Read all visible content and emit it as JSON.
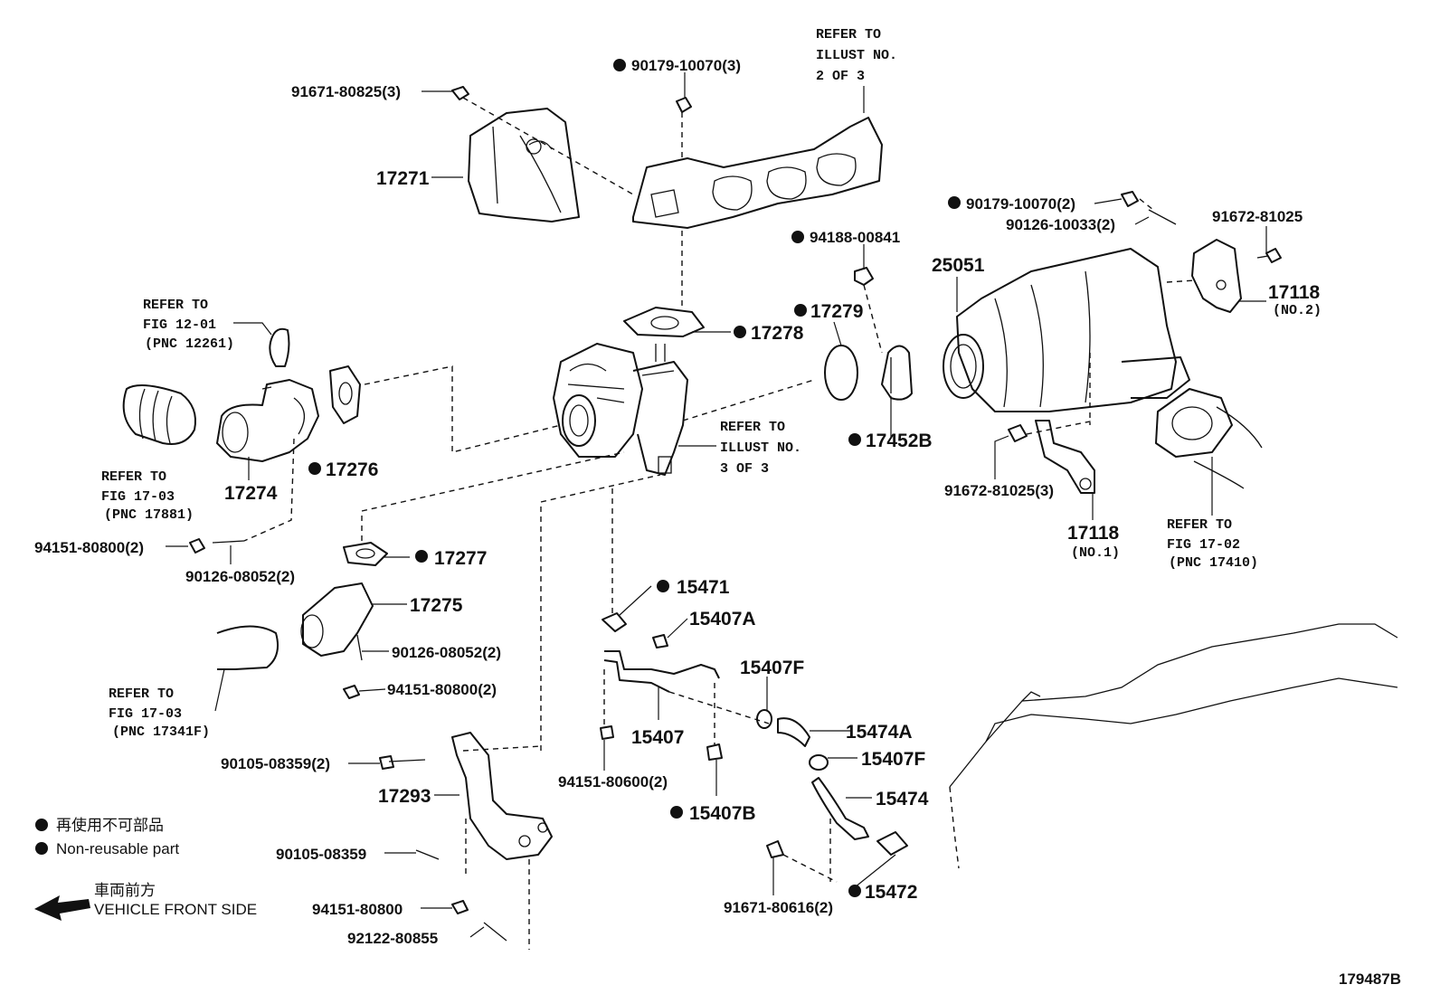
{
  "labels": {
    "p91671_80825": "91671-80825(3)",
    "p90179_10070_3": "90179-10070(3)",
    "refer_illust2_l1": "REFER TO",
    "refer_illust2_l2": "ILLUST NO.",
    "refer_illust2_l3": "2 OF 3",
    "p17271": "17271",
    "p90179_10070_2": "90179-10070(2)",
    "p90126_10033": "90126-10033(2)",
    "p91672_81025": "91672-81025",
    "p94188_00841": "94188-00841",
    "p25051": "25051",
    "p17118_no2": "17118",
    "p17118_no2_sub": "(NO.2)",
    "refer_fig1201_l1": "REFER TO",
    "refer_fig1201_l2": "FIG 12-01",
    "refer_fig1201_pnc": "(PNC 12261)",
    "p17278": "17278",
    "p17279": "17279",
    "refer_illust3_l1": "REFER TO",
    "refer_illust3_l2": "ILLUST NO.",
    "refer_illust3_l3": "3 OF 3",
    "p17452b": "17452B",
    "refer_fig1703a_l1": "REFER TO",
    "refer_fig1703a_l2": "FIG 17-03",
    "refer_fig1703a_pnc": "(PNC 17881)",
    "p17274": "17274",
    "p17276": "17276",
    "p91672_81025_3": "91672-81025(3)",
    "p17118_no1": "17118",
    "p17118_no1_sub": "(NO.1)",
    "refer_fig1702_l1": "REFER TO",
    "refer_fig1702_l2": "FIG 17-02",
    "refer_fig1702_pnc": "(PNC 17410)",
    "p94151_80800_2a": "94151-80800(2)",
    "p90126_08052_2a": "90126-08052(2)",
    "p17277": "17277",
    "p15471": "15471",
    "p17275": "17275",
    "p15407a": "15407A",
    "p90126_08052_2b": "90126-08052(2)",
    "refer_fig1703b_l1": "REFER TO",
    "refer_fig1703b_l2": "FIG 17-03",
    "refer_fig1703b_pnc": "(PNC 17341F)",
    "p94151_80800_2b": "94151-80800(2)",
    "p15407f_a": "15407F",
    "p15407": "15407",
    "p15474a": "15474A",
    "p90105_08359_2": "90105-08359(2)",
    "p15407f_b": "15407F",
    "p94151_80600": "94151-80600(2)",
    "p17293": "17293",
    "p15474": "15474",
    "p15407b": "15407B",
    "p90105_08359": "90105-08359",
    "p94151_80800": "94151-80800",
    "p15472": "15472",
    "p91671_80616": "91671-80616(2)",
    "p92122_80855": "92122-80855",
    "legend_jp": "再使用不可部品",
    "legend_en": "Non-reusable part",
    "front_jp": "車両前方",
    "front_en": "VEHICLE FRONT SIDE",
    "fig_id": "179487B"
  }
}
